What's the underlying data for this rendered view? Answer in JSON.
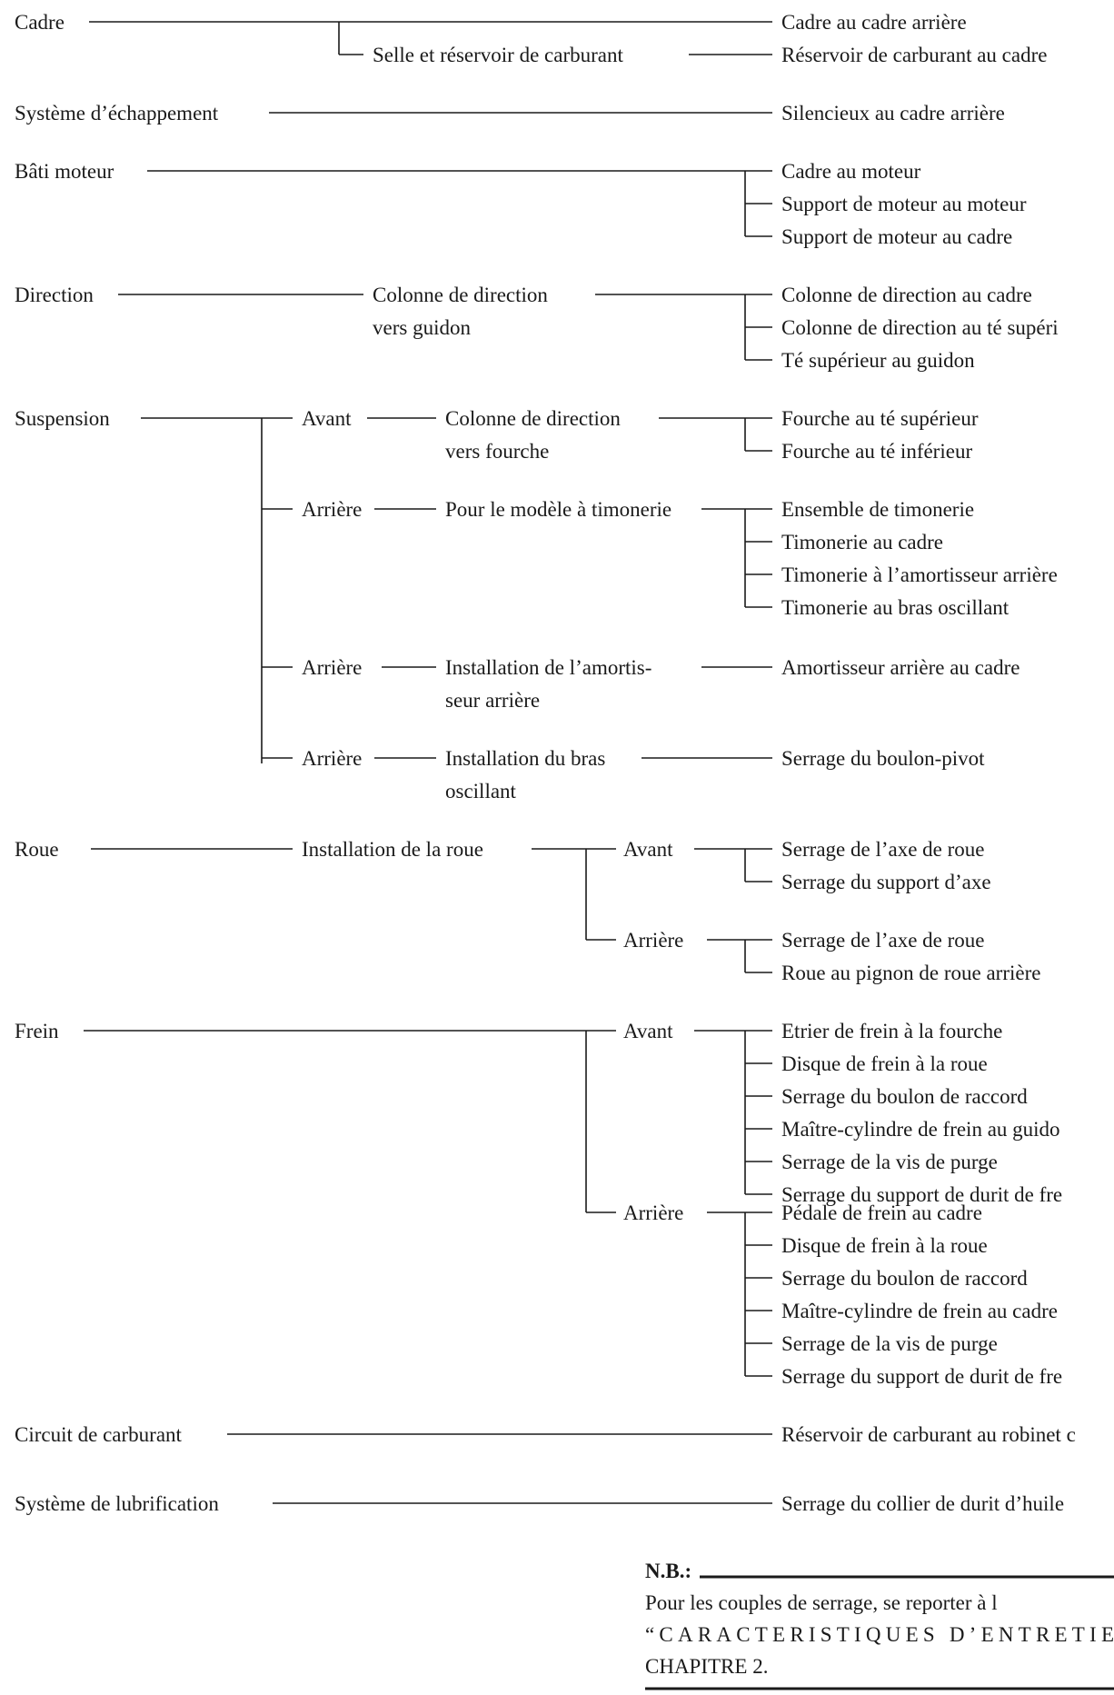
{
  "rows": {
    "cadre": {
      "category": "Cadre",
      "sub": "Selle et réservoir de carburant",
      "items": [
        "Cadre au cadre arrière",
        "Réservoir de carburant au cadre"
      ]
    },
    "echappement": {
      "category": "Système d’échappement",
      "items": [
        "Silencieux au cadre arrière"
      ]
    },
    "bati": {
      "category": "Bâti moteur",
      "items": [
        "Cadre au moteur",
        "Support de moteur au moteur",
        "Support de moteur au cadre"
      ]
    },
    "direction": {
      "category": "Direction",
      "sub": [
        "Colonne de direction",
        "vers guidon"
      ],
      "items": [
        "Colonne de direction au cadre",
        "Colonne de direction au té supéri",
        "Té supérieur au guidon"
      ]
    },
    "suspension": {
      "category": "Suspension",
      "avant": {
        "label": "Avant",
        "sub": [
          "Colonne de direction",
          "vers fourche"
        ],
        "items": [
          "Fourche au té supérieur",
          "Fourche au té inférieur"
        ]
      },
      "arriere1": {
        "label": "Arrière",
        "sub": "Pour le modèle à timonerie",
        "items": [
          "Ensemble de timonerie",
          "Timonerie au cadre",
          "Timonerie à l’amortisseur arrière",
          "Timonerie au bras oscillant"
        ]
      },
      "arriere2": {
        "label": "Arrière",
        "sub": [
          "Installation de l’amortis-",
          "seur arrière"
        ],
        "items": [
          "Amortisseur arrière au cadre"
        ]
      },
      "arriere3": {
        "label": "Arrière",
        "sub": [
          "Installation du bras",
          "oscillant"
        ],
        "items": [
          "Serrage du boulon-pivot"
        ]
      }
    },
    "roue": {
      "category": "Roue",
      "sub": "Installation de la roue",
      "avant": {
        "label": "Avant",
        "items": [
          "Serrage de l’axe de roue",
          "Serrage du support d’axe"
        ]
      },
      "arriere": {
        "label": "Arrière",
        "items": [
          "Serrage de l’axe de roue",
          "Roue au pignon de roue arrière"
        ]
      }
    },
    "frein": {
      "category": "Frein",
      "avant": {
        "label": "Avant",
        "items": [
          "Etrier de frein à la fourche",
          "Disque de frein à la roue",
          "Serrage du boulon de raccord",
          "Maître-cylindre de frein au guido",
          "Serrage de la vis de purge",
          "Serrage du support de durit de fre"
        ]
      },
      "arriere": {
        "label": "Arrière",
        "items": [
          "Pédale de frein au cadre",
          "Disque de frein à la roue",
          "Serrage du boulon de raccord",
          "Maître-cylindre de frein au cadre",
          "Serrage de la vis de purge",
          "Serrage du support de durit de fre"
        ]
      }
    },
    "carburant": {
      "category": "Circuit de carburant",
      "items": [
        "Réservoir de carburant au robinet c"
      ]
    },
    "lubrification": {
      "category": "Système de lubrification",
      "items": [
        "Serrage du collier de durit d’huile"
      ]
    }
  },
  "note": {
    "heading": "N.B.:",
    "lines": [
      "Pour les couples de serrage, se reporter à l",
      "“CARACTERISTIQUES D’ENTRETIE",
      "CHAPITRE 2."
    ]
  }
}
